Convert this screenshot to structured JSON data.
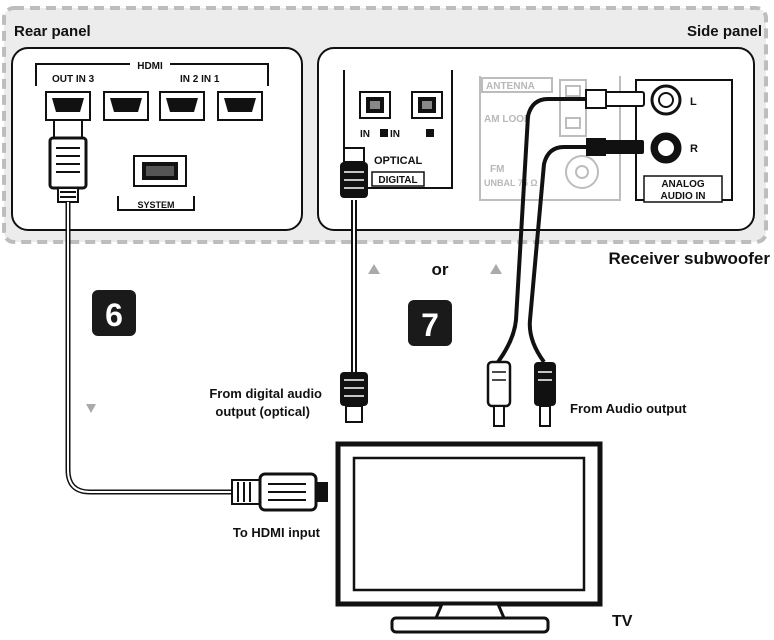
{
  "panels": {
    "rear_label": "Rear panel",
    "side_label": "Side panel",
    "device_label": "Receiver subwoofer"
  },
  "hdmi": {
    "group_label": "HDMI",
    "out_label": "OUT IN 3",
    "in_label": "IN 2 IN 1",
    "system_label": "SYSTEM"
  },
  "optical": {
    "in_label": "IN",
    "in_label_2": "IN",
    "optical_label": "OPTICAL",
    "digital_label": "DIGITAL"
  },
  "antenna": {
    "antenna_label": "ANTENNA",
    "am_label": "AM LOOP",
    "fm_label": "FM",
    "unbal_label": "UNBAL 75 Ω"
  },
  "analog": {
    "left_label": "L",
    "right_label": "R",
    "title_line1": "ANALOG",
    "title_line2": "AUDIO IN"
  },
  "steps": {
    "step6": "6",
    "step7": "7",
    "or_label": "or"
  },
  "sources": {
    "digital_line1": "From digital audio",
    "digital_line2": "output (optical)",
    "audio_output": "From Audio output",
    "hdmi_input": "To HDMI input",
    "tv_label": "TV"
  },
  "colors": {
    "panel_fill": "#ececec",
    "dash": "#bdbdbd",
    "ink": "#111111",
    "faint": "#bdbdbd"
  }
}
